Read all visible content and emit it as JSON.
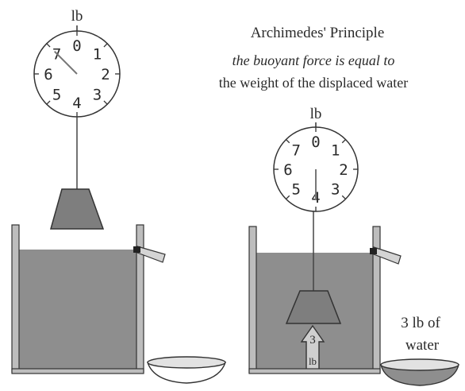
{
  "title": "Archimedes' Principle",
  "subtitle_line1": "the buoyant force is equal to",
  "subtitle_line2": "the weight of the displaced water",
  "left_scale": {
    "unit": "lb",
    "dial_numbers": [
      "0",
      "1",
      "2",
      "3",
      "4",
      "5",
      "6",
      "7"
    ],
    "reading": 7
  },
  "right_scale": {
    "unit": "lb",
    "dial_numbers": [
      "0",
      "1",
      "2",
      "3",
      "4",
      "5",
      "6",
      "7"
    ],
    "reading": 4
  },
  "buoyancy_arrow": {
    "value": "3",
    "unit": "lb"
  },
  "displaced_water_label_line1": "3 lb of",
  "displaced_water_label_line2": "water",
  "colors": {
    "water": "#8e8e8e",
    "object": "#7e7e7e",
    "outline": "#333333",
    "tank_wall": "#bdbdbd",
    "bowl_fill": "#e2e2e2"
  }
}
